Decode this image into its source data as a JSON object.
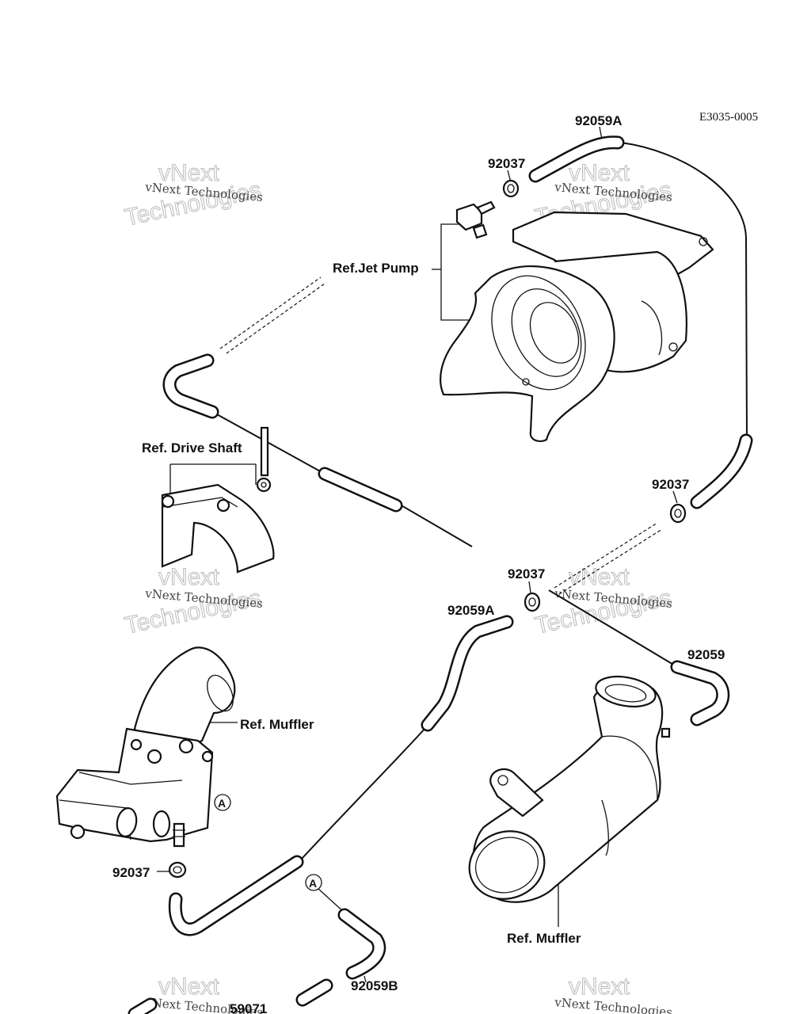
{
  "diagram_code": "E3035-0005",
  "labels": {
    "p92059A_top": "92059A",
    "p92037_top": "92037",
    "ref_jet_pump": "Ref.Jet Pump",
    "ref_drive_shaft": "Ref. Drive Shaft",
    "p92037_right": "92037",
    "p92037_mid": "92037",
    "p92059A_mid": "92059A",
    "p92059": "92059",
    "ref_muffler_left": "Ref. Muffler",
    "ref_muffler_right": "Ref. Muffler",
    "p92037_left": "92037",
    "p92059B": "92059B",
    "p59071": "59071",
    "marker_a": "A"
  },
  "watermark": {
    "line1": "vNext Technologies",
    "word1": "vNext",
    "word2": "Technologies"
  }
}
